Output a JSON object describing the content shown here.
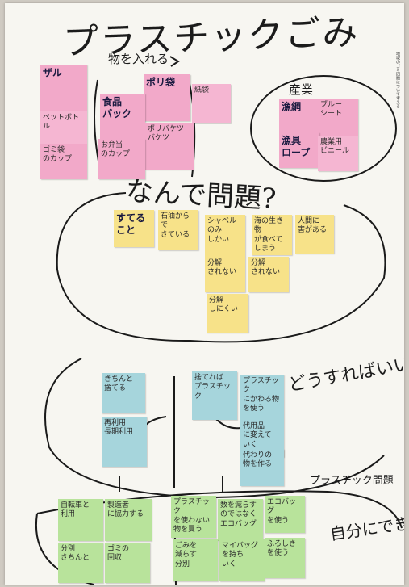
{
  "title": "プラスチックごみ",
  "labels": {
    "containers": "物を入れる",
    "industry": "産業",
    "question1": "なんで問題?",
    "question2": "どうすればいいか",
    "plastic_issue": "プラスチック問題",
    "can_do": "自分にできる事は?"
  },
  "notes_top": [
    {
      "text": "ザル",
      "style": "bold"
    },
    {
      "text": "ポリ袋",
      "style": "bold"
    },
    {
      "text": "食品\nパック",
      "style": "bold"
    },
    {
      "text": "紙袋",
      "style": ""
    },
    {
      "text": "ポリバケツ\nバケツ",
      "style": ""
    },
    {
      "text": "お弁当\nのカップ",
      "style": ""
    },
    {
      "text": "ペットボトル",
      "style": ""
    },
    {
      "text": "ゴミ袋\nのカップ",
      "style": ""
    },
    {
      "text": "漁網",
      "style": "bold"
    },
    {
      "text": "ブルー\nシート",
      "style": ""
    },
    {
      "text": "漁具\nロープ",
      "style": "bold"
    },
    {
      "text": "農業用\nビニール",
      "style": ""
    }
  ],
  "notes_why": [
    "すてる\nこと",
    "石油からで\nきている",
    "シャベルのみ\nしかい",
    "海の生き物\nが食べて\nしまう",
    "人間に\n害がある",
    "分解\nされない",
    "分解\nされない",
    "分解\nしにくい"
  ],
  "notes_how": [
    "きちんと\n捨てる",
    "捨てれば\nプラスチック",
    "プラスチック\nにかわる物\nを使う",
    "再利用\n長期利用",
    "代用品\nに変えて\nいく",
    "代わりの\n物を作る"
  ],
  "notes_do": [
    "自転車と\n利用",
    "製造者\nに協力する",
    "プラスチック\nを使わない\n物を買う",
    "数を減らす\nのではなく\nエコバッグ",
    "エコバッグ\nを使う",
    "分別\nきちんと",
    "ゴミの\n回収",
    "ごみを\n減らす\n分別",
    "マイバッグ\nを持ち\nいく",
    "ふろしき\nを使う"
  ],
  "side_text": "地域のゴミ問題について考える"
}
